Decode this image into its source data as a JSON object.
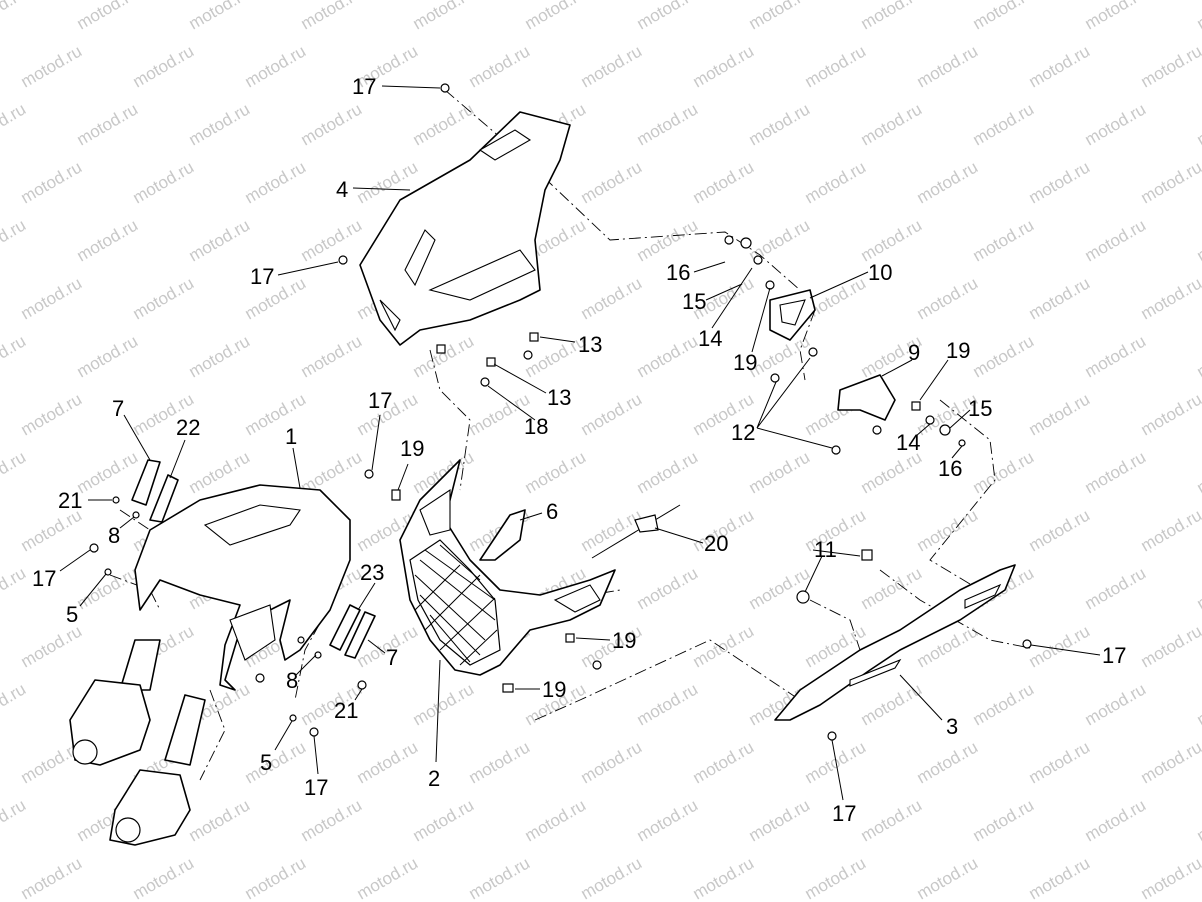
{
  "watermark": "motod.ru",
  "callouts": [
    "17",
    "4",
    "17",
    "16",
    "15",
    "14",
    "10",
    "19",
    "13",
    "13",
    "18",
    "9",
    "19",
    "15",
    "12",
    "14",
    "16",
    "7",
    "22",
    "1",
    "17",
    "19",
    "21",
    "8",
    "17",
    "5",
    "6",
    "20",
    "11",
    "23",
    "7",
    "19",
    "8",
    "21",
    "19",
    "17",
    "3",
    "5",
    "17",
    "2",
    "17"
  ],
  "colors": {
    "line": "#000000",
    "background": "#ffffff",
    "watermark": "#c8c8c8"
  }
}
